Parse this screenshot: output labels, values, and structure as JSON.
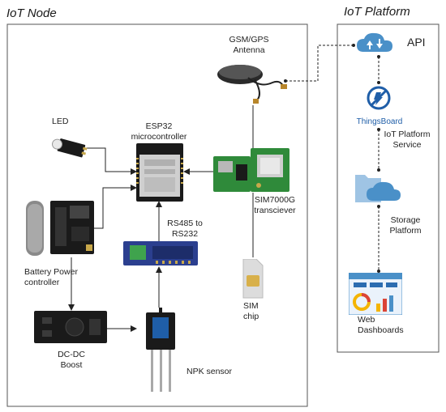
{
  "iot_node": {
    "title": "IoT Node",
    "esp32": "ESP32 microcontroller",
    "led": "LED",
    "gsm": "GSM/GPS Antenna",
    "sim7000g": "SIM7000G transciever",
    "rs485": "RS485 to RS232",
    "battery": "Battery Power controller",
    "dcdc": "DC-DC Boost",
    "npk": "NPK sensor",
    "sim": "SIM chip"
  },
  "iot_platform": {
    "title": "IoT Platform",
    "api": "API",
    "thingsboard": "ThingsBoard",
    "service": "IoT Platform Service",
    "storage": "Storage Platform",
    "dashboards": "Web Dashboards"
  },
  "colors": {
    "esp32_module": "#d9d9d9",
    "pcb_blue": "#2b3f8f",
    "pcb_green": "#2f8a3a",
    "cloud_blue": "#4a90c8",
    "thingsboard": "#1f5ea8"
  }
}
